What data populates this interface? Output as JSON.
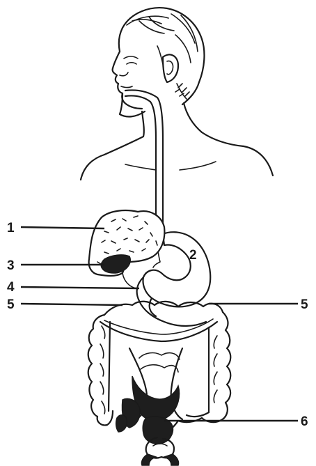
{
  "diagram": {
    "labels": [
      {
        "id": "label-1",
        "text": "1"
      },
      {
        "id": "label-2",
        "text": "2"
      },
      {
        "id": "label-3",
        "text": "3"
      },
      {
        "id": "label-4",
        "text": "4"
      },
      {
        "id": "label-5-left",
        "text": "5"
      },
      {
        "id": "label-5-right",
        "text": "5"
      },
      {
        "id": "label-6",
        "text": "6"
      }
    ]
  }
}
